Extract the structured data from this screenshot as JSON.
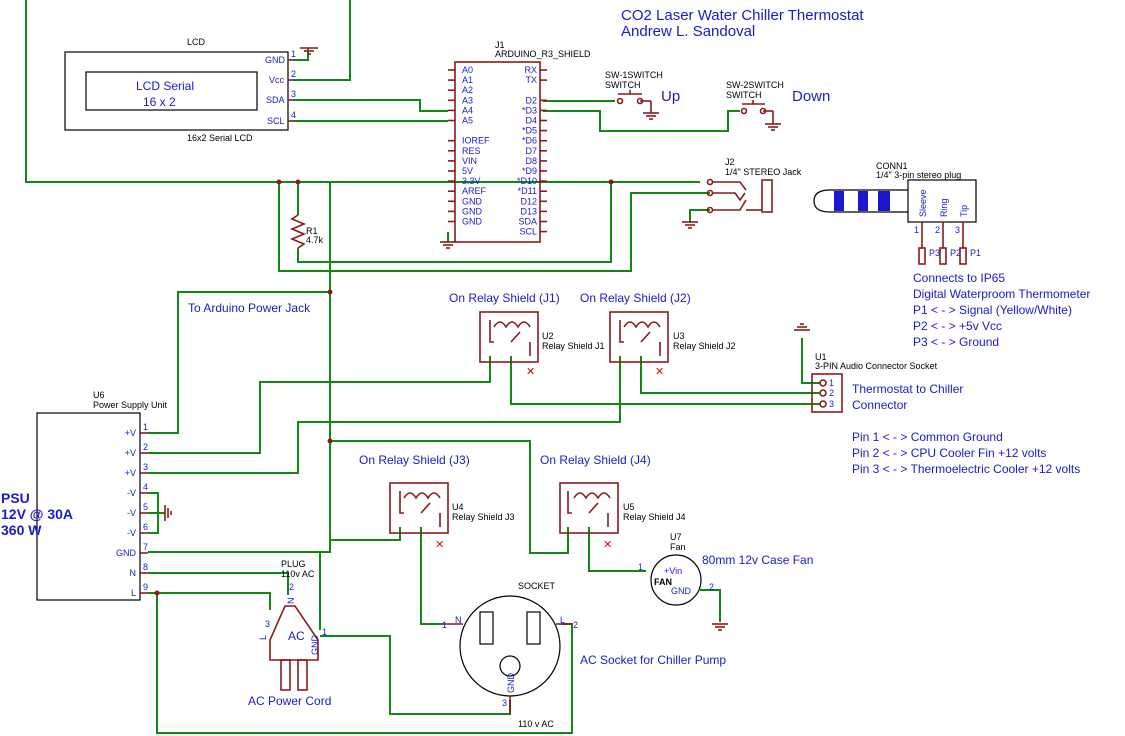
{
  "title": {
    "line1": "CO2 Laser Water Chiller Thermostat",
    "line2": "Andrew L. Sandoval"
  },
  "lcd": {
    "label": "LCD",
    "inner_line1": "LCD Serial",
    "inner_line2": "16 x 2",
    "caption": "16x2 Serial LCD",
    "pins": [
      {
        "name": "GND",
        "num": "1"
      },
      {
        "name": "Vcc",
        "num": "2"
      },
      {
        "name": "SDA",
        "num": "3"
      },
      {
        "name": "SCL",
        "num": "4"
      }
    ]
  },
  "arduino": {
    "ref": "J1",
    "name": "ARDUINO_R3_SHIELD",
    "left_pins": [
      "A0",
      "A1",
      "A2",
      "A3",
      "A4",
      "A5",
      "",
      "IOREF",
      "RES",
      "VIN",
      "5V",
      "3.3V",
      "AREF",
      "GND",
      "GND",
      "GND"
    ],
    "right_pins": [
      "RX",
      "TX",
      "",
      "D2",
      "*D3",
      "D4",
      "*D5",
      "*D6",
      "D7",
      "D8",
      "*D9",
      "*D10",
      "*D11",
      "D12",
      "D13",
      "SDA",
      "SCL"
    ]
  },
  "switches": {
    "sw1": {
      "ref": "SW-1SWITCH",
      "name": "SWITCH",
      "label": "Up"
    },
    "sw2": {
      "ref": "SW-2SWITCH",
      "name": "SWITCH",
      "label": "Down"
    }
  },
  "jack": {
    "ref": "J2",
    "name": "1/4\" STEREO Jack"
  },
  "plug": {
    "ref": "CONN1",
    "name": "1/4\" 3-pin stereo plug",
    "contacts": [
      "Sleeve",
      "Ring",
      "Tip"
    ],
    "nums": [
      "1",
      "2",
      "3"
    ],
    "pads": [
      "P3",
      "P2",
      "P1"
    ],
    "notes": [
      "Connects to IP65",
      "Digital Waterproom Thermometer",
      "P1 < - > Signal (Yellow/White)",
      "P2 < - > +5v Vcc",
      "P3 < - > Ground"
    ]
  },
  "resistor": {
    "ref": "R1",
    "value": "4.7k"
  },
  "relays": {
    "j1": {
      "header": "On Relay Shield (J1)",
      "ref": "U2",
      "name": "Relay Shield J1"
    },
    "j2": {
      "header": "On Relay Shield (J2)",
      "ref": "U3",
      "name": "Relay Shield J2"
    },
    "j3": {
      "header": "On Relay Shield (J3)",
      "ref": "U4",
      "name": "Relay Shield J3"
    },
    "j4": {
      "header": "On Relay Shield (J4)",
      "ref": "U5",
      "name": "Relay Shield J4"
    }
  },
  "audio_socket": {
    "ref": "U1",
    "name": "3-PIN Audio Connector Socket",
    "label1": "Thermostat to Chiller",
    "label2": "Connector",
    "nums": [
      "1",
      "2",
      "3"
    ],
    "notes": [
      "Pin 1 < - > Common Ground",
      "Pin 2 < - > CPU Cooler Fin +12 volts",
      "Pin 3 < - > Thermoelectric Cooler +12 volts"
    ]
  },
  "arduino_power_label": "To Arduino Power Jack",
  "psu": {
    "ref": "U6",
    "name": "Power Supply Unit",
    "label1": "PSU",
    "label2": "12V @ 30A",
    "label3": "360 W",
    "pins": [
      {
        "name": "+V",
        "num": "1"
      },
      {
        "name": "+V",
        "num": "2"
      },
      {
        "name": "+V",
        "num": "3"
      },
      {
        "name": "-V",
        "num": "4"
      },
      {
        "name": "-V",
        "num": "5"
      },
      {
        "name": "-V",
        "num": "6"
      },
      {
        "name": "GND",
        "num": "7"
      },
      {
        "name": "N",
        "num": "8"
      },
      {
        "name": "L",
        "num": "9"
      }
    ]
  },
  "ac_plug": {
    "ref": "PLUG",
    "name": "110v AC",
    "label": "AC",
    "gnd": "GND",
    "pin_l": "L",
    "pin_n": "N",
    "num_l": "3",
    "num_n": "2",
    "num_gnd": "1",
    "caption": "AC Power Cord"
  },
  "ac_socket": {
    "ref": "SOCKET",
    "pin_n": "N",
    "pin_l": "L",
    "pin_gnd": "GND",
    "num_n": "1",
    "num_l": "2",
    "num_gnd": "3",
    "caption": "AC Socket for Chiller Pump",
    "voltage": "110 v AC"
  },
  "fan": {
    "ref": "U7",
    "name": "Fan",
    "label": "FAN",
    "vin": "+Vin",
    "gnd": "GND",
    "num_vin": "1",
    "num_gnd": "2",
    "caption": "80mm 12v Case Fan"
  }
}
